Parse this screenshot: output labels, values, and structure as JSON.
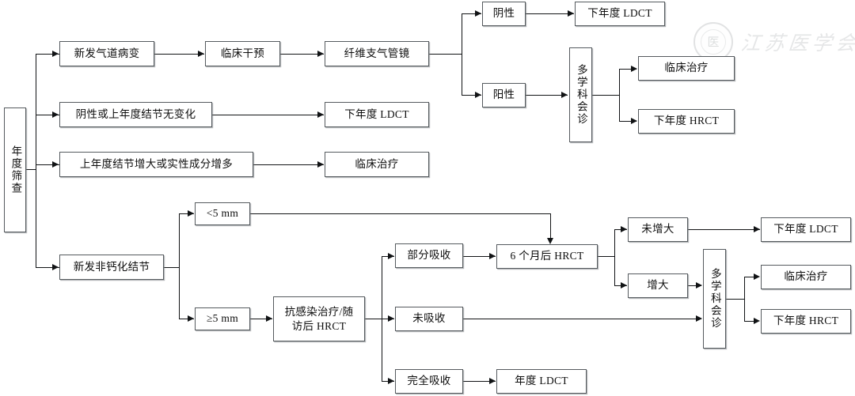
{
  "figure": {
    "kind": "clinical-flowchart",
    "language": "zh-CN",
    "line_color": "#111315",
    "box_border_color": "#555a5e",
    "background": "#ffffff"
  },
  "watermark": {
    "emblem_glyph": "医",
    "text": "江苏医学会"
  },
  "nodes": {
    "root": "年度筛查",
    "branch_airway": "新发气道病变",
    "clinical_intervention": "临床干预",
    "bronchoscopy": "纤维支气管镜",
    "negative": "阴性",
    "positive": "阳性",
    "next_ldct_1": "下年度 LDCT",
    "mdt_top": "多学科会诊",
    "clinical_treat_top": "临床治疗",
    "next_hrct_top": "下年度 HRCT",
    "branch_negative_stable": "阴性或上年度结节无变化",
    "next_ldct_2": "下年度 LDCT",
    "branch_growth": "上年度结节增大或实性成分增多",
    "clinical_treat_mid": "临床治疗",
    "branch_new_nodule": "新发非钙化结节",
    "size_lt5": "<5 mm",
    "size_ge5": "≥5 mm",
    "anti_infection": "抗感染治疗/随\n访后 HRCT",
    "anti_infection_line1": "抗感染治疗/随",
    "anti_infection_line2": "访后 HRCT",
    "partial_absorb": "部分吸收",
    "no_absorb": "未吸收",
    "full_absorb": "完全吸收",
    "hrct_6m": "6 个月后 HRCT",
    "annual_ldct": "年度 LDCT",
    "not_enlarged": "未增大",
    "enlarged": "增大",
    "next_ldct_3": "下年度 LDCT",
    "mdt_bottom": "多学科会诊",
    "clinical_treat_bottom": "临床治疗",
    "next_hrct_bottom": "下年度 HRCT"
  }
}
